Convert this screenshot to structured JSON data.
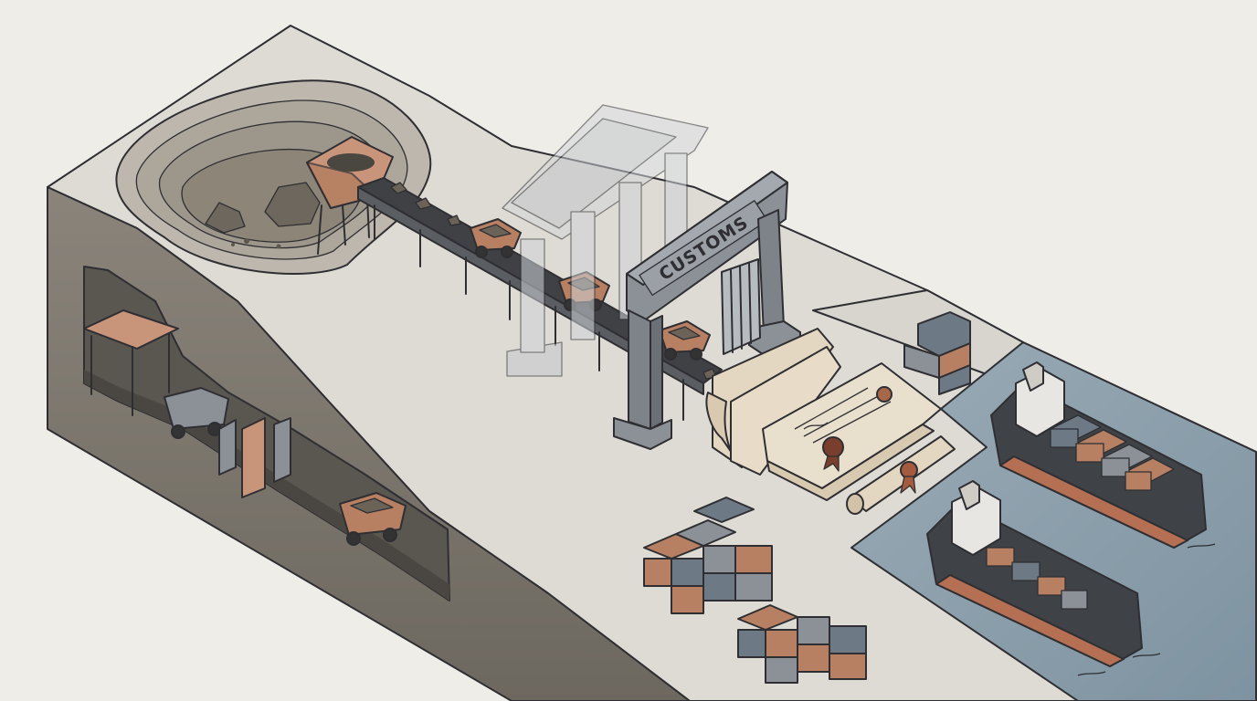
{
  "sign": {
    "text": "CUSTOMS"
  },
  "colors": {
    "paper": "#efede8",
    "ground": "#dcd9d2",
    "earth": "#7a756d",
    "tunnel": "#55524d",
    "water": "#8fa1ad",
    "copper": "#c08563",
    "steel": "#8b9197",
    "slate": "#6d7a86"
  },
  "icons": [
    "open-pit-mine",
    "ore-hopper",
    "conveyor-belt",
    "mining-truck",
    "greek-temple",
    "customs-gate",
    "barred-gate",
    "scroll-stack",
    "certificate-seal",
    "shipping-containers",
    "cargo-ship",
    "underground-tunnel"
  ]
}
